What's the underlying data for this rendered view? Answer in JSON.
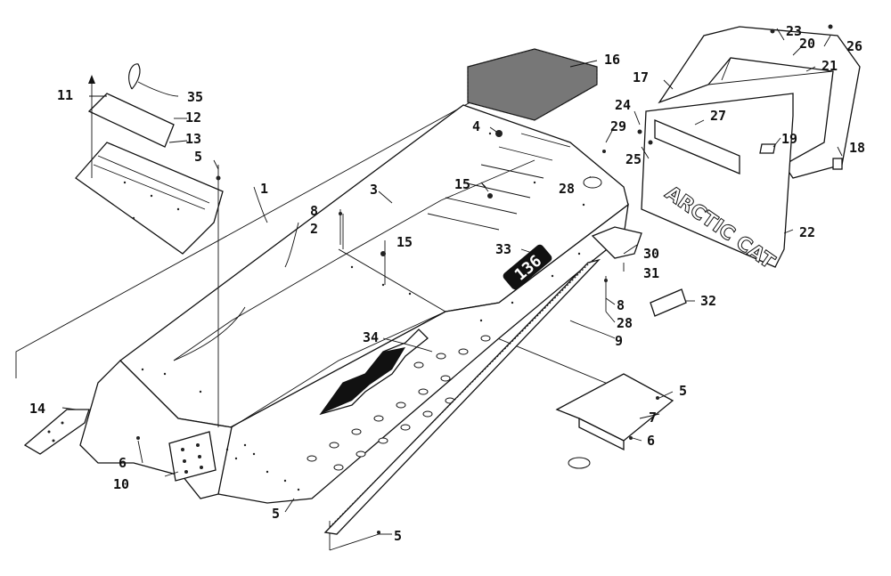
{
  "labels": {
    "c1": "1",
    "c2": "2",
    "c3": "3",
    "c4": "4",
    "c5a": "5",
    "c5b": "5",
    "c5c": "5",
    "c5d": "5",
    "c6a": "6",
    "c6b": "6",
    "c7": "7",
    "c8a": "8",
    "c8b": "8",
    "c9": "9",
    "c10": "10",
    "c11": "11",
    "c12": "12",
    "c13": "13",
    "c14": "14",
    "c15a": "15",
    "c15b": "15",
    "c16": "16",
    "c17": "17",
    "c18": "18",
    "c19": "19",
    "c20": "20",
    "c21": "21",
    "c22": "22",
    "c23": "23",
    "c24": "24",
    "c25": "25",
    "c26": "26",
    "c27": "27",
    "c28a": "28",
    "c28b": "28",
    "c29": "29",
    "c30": "30",
    "c31": "31",
    "c32": "32",
    "c33": "33",
    "c34": "34",
    "c35": "35"
  },
  "decals": {
    "hood_badge": "136",
    "flap_text": "ARCTIC CAT"
  }
}
